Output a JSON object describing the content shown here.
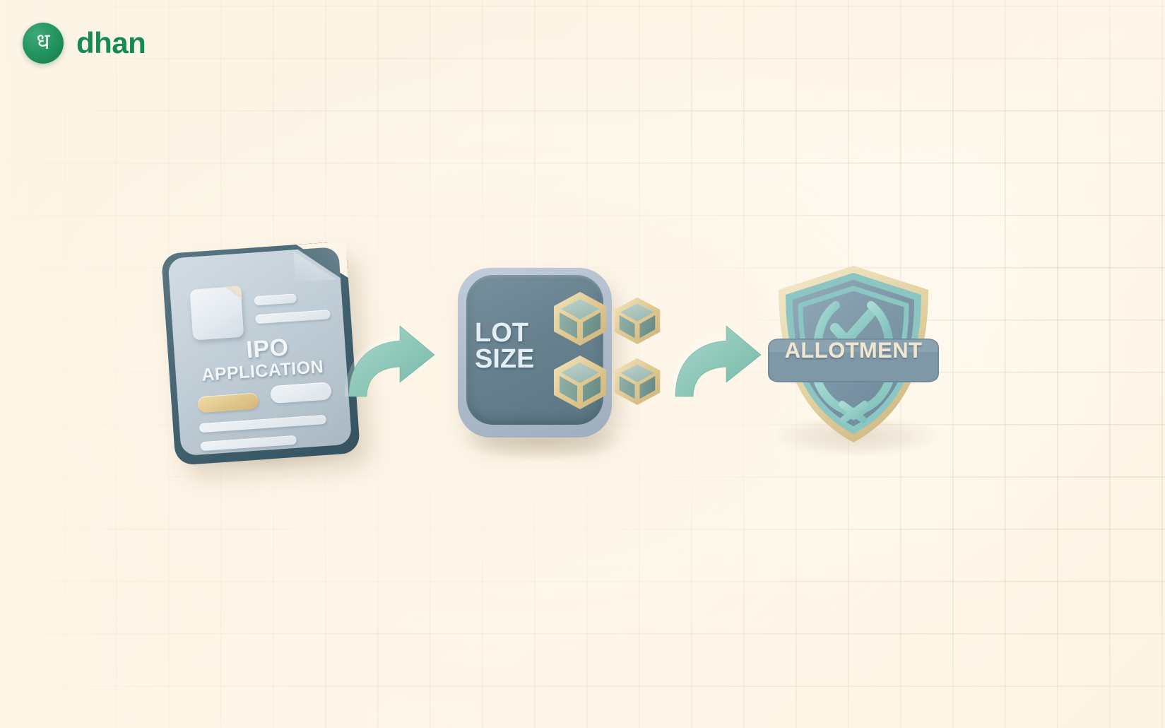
{
  "brand": {
    "mark_glyph": "ध",
    "mark_name": "dhan-devanagari-logo-mark",
    "wordmark": "dhan",
    "color": "#178A53"
  },
  "background": {
    "base_color": "#FDF5E6",
    "grid_color": "#C8B28C",
    "grid_highlight_color": "#FFFFFF"
  },
  "flow": {
    "steps": [
      {
        "id": "ipo-application",
        "title_line1": "IPO",
        "title_line2": "APPLICATION",
        "icon": "document-icon",
        "accent_color": "#DFC489",
        "body_color": "#C3CFD8",
        "edge_color": "#41606E"
      },
      {
        "id": "lot-size",
        "title_line1": "LOT",
        "title_line2": "SIZE",
        "icon": "cubes-icon",
        "cube_count": 4,
        "panel_color": "#68818F",
        "frame_color": "#AEBBCA",
        "cube_edge_color": "#E3CE97",
        "cube_face_color": "#8FAFA6"
      },
      {
        "id": "allotment",
        "title_line1": "ALLOTMENT",
        "icon": "shield-check-badge-icon",
        "shield_color": "#7E98A8",
        "outline_color": "#8CC6C2",
        "rim_color": "#E4D5A9",
        "text_color": "#F0E7CE"
      }
    ],
    "connectors": [
      {
        "id": "arrow-1",
        "from": "ipo-application",
        "to": "lot-size",
        "icon": "curved-arrow-right-icon",
        "color": "#8FCBBE"
      },
      {
        "id": "arrow-2",
        "from": "lot-size",
        "to": "allotment",
        "icon": "curved-arrow-right-icon",
        "color": "#8FCBBE"
      }
    ]
  }
}
